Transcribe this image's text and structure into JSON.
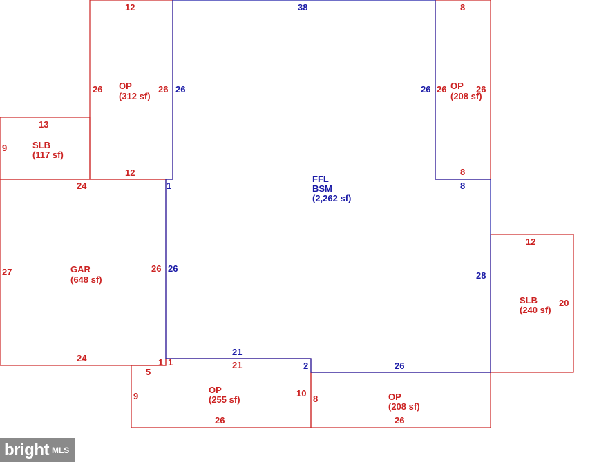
{
  "colors": {
    "red": "#cc2222",
    "blue": "#1a1aa6",
    "logo_bg": "#8a8a8a"
  },
  "rooms": {
    "op_top_left": {
      "name": "OP",
      "area": "(312 sf)"
    },
    "op_top_right": {
      "name": "OP",
      "area": "(208 sf)"
    },
    "slb_left": {
      "name": "SLB",
      "area": "(117 sf)"
    },
    "gar": {
      "name": "GAR",
      "area": "(648 sf)"
    },
    "main": {
      "name1": "FFL",
      "name2": "BSM",
      "area": "(2,262 sf)"
    },
    "slb_right": {
      "name": "SLB",
      "area": "(240 sf)"
    },
    "op_bottom_left": {
      "name": "OP",
      "area": "(255 sf)"
    },
    "op_bottom_right": {
      "name": "OP",
      "area": "(208 sf)"
    }
  },
  "dims": {
    "op_tl_top": "12",
    "op_tl_left": "26",
    "op_tl_right": "26",
    "op_tl_bottom": "12",
    "main_top": "38",
    "main_left_upper": "26",
    "main_right_upper": "26",
    "main_notch": "1",
    "main_right_step": "8",
    "main_left_lower": "26",
    "main_right_lower": "28",
    "main_bottom_left": "21",
    "main_bottom_step": "2",
    "main_bottom_right": "26",
    "op_tr_top": "8",
    "op_tr_left": "26",
    "op_tr_right": "26",
    "op_tr_bottom": "8",
    "slb_l_top": "13",
    "slb_l_left": "9",
    "gar_top": "24",
    "gar_left": "27",
    "gar_right": "26",
    "gar_bottom": "24",
    "slb_r_top": "12",
    "slb_r_right": "20",
    "op_bl_top": "21",
    "op_bl_a": "1",
    "op_bl_b": "1",
    "op_bl_corner": "5",
    "op_bl_left": "9",
    "op_bl_right": "10",
    "op_bl_bottom": "26",
    "op_br_left": "8",
    "op_br_bottom": "26"
  },
  "logo": {
    "brand": "bright",
    "suffix": "MLS"
  }
}
